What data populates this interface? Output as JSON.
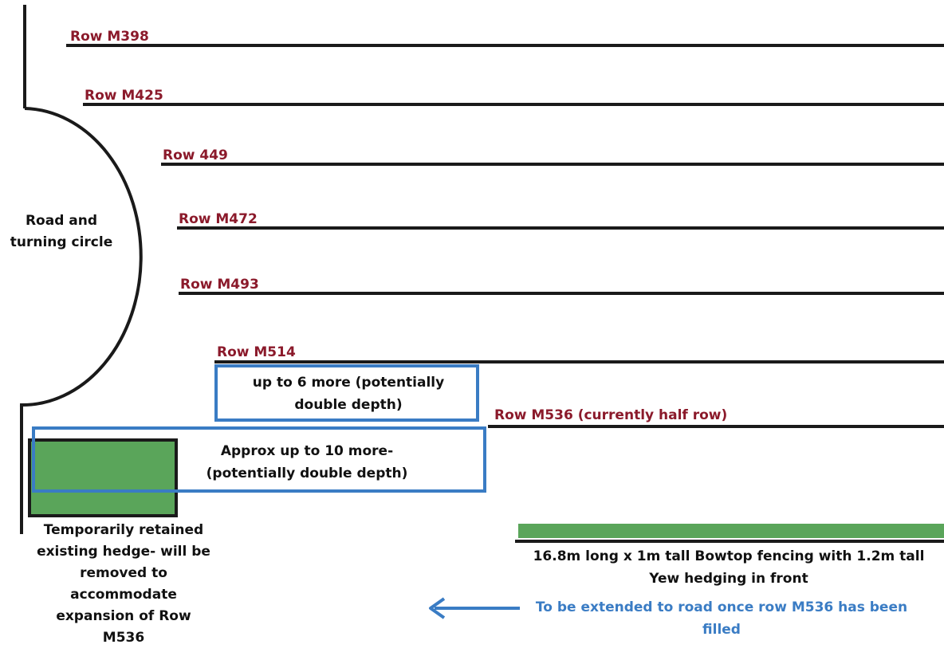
{
  "rows": [
    {
      "label": "Row M398"
    },
    {
      "label": "Row M425"
    },
    {
      "label": "Row 449"
    },
    {
      "label": "Row M472"
    },
    {
      "label": "Row M493"
    },
    {
      "label": "Row M514"
    },
    {
      "label": "Row M536 (currently half row)"
    }
  ],
  "road": {
    "line1": "Road and",
    "line2": "turning circle"
  },
  "expansion_small": {
    "line1": "up to 6 more (potentially",
    "line2": "double depth)"
  },
  "expansion_large": {
    "line1": "Approx up to 10 more-",
    "line2": "(potentially double depth)"
  },
  "hedge_note": {
    "line1": "Temporarily retained",
    "line2": "existing hedge- will be",
    "line3": "removed to",
    "line4": "accommodate",
    "line5": "expansion of Row",
    "line6": "M536"
  },
  "fencing_note": {
    "line1": "16.8m long x 1m tall Bowtop fencing with 1.2m tall",
    "line2": "Yew hedging in front"
  },
  "extension_note": {
    "line1": "To be extended to road once row M536 has been",
    "line2": "filled"
  },
  "colors": {
    "row_label": "#8b1a2b",
    "lines": "#1a1a1a",
    "hedge_green": "#5aa55a",
    "box_blue": "#3a7cc4"
  },
  "icons": [
    "arrow-left-icon"
  ]
}
